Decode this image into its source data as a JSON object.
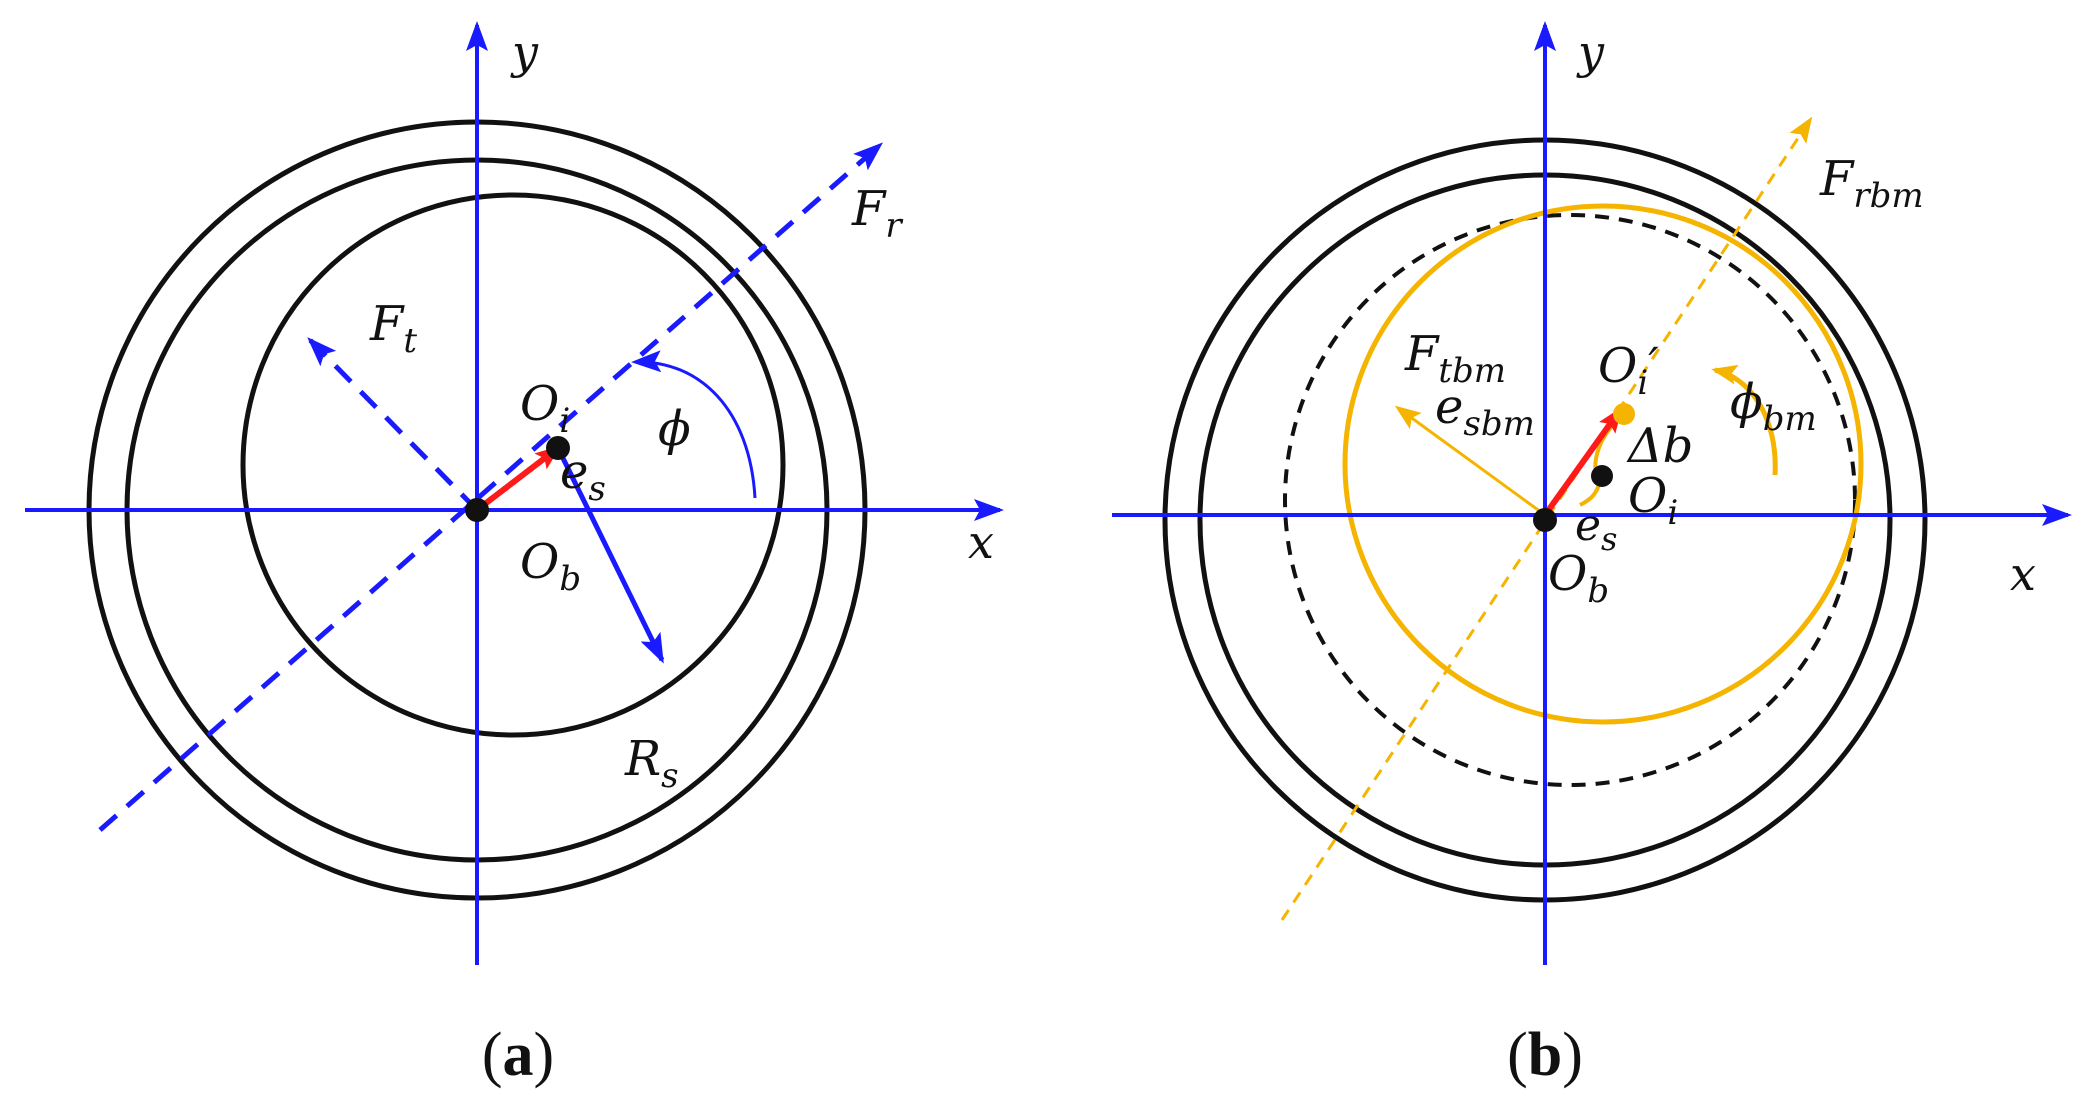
{
  "colors": {
    "axis": "#1a1aff",
    "force": "#1a1aff",
    "eccentricity": "#ff1a1a",
    "circle": "#111111",
    "bearing": "#f5b400",
    "dashed_circle": "#111111"
  },
  "panel_a": {
    "caption_open": "(",
    "caption_letter": "a",
    "caption_close": ")",
    "x_axis": "x",
    "y_axis": "y",
    "Fr_main": "F",
    "Fr_sub": "r",
    "Ft_main": "F",
    "Ft_sub": "t",
    "Oi_main": "O",
    "Oi_sub": "i",
    "Ob_main": "O",
    "Ob_sub": "b",
    "es_main": "e",
    "es_sub": "s",
    "phi": "ϕ",
    "Rs_main": "R",
    "Rs_sub": "s"
  },
  "panel_b": {
    "caption_open": "(",
    "caption_letter": "b",
    "caption_close": ")",
    "x_axis": "x",
    "y_axis": "y",
    "Frbm_main": "F",
    "Frbm_sub": "rbm",
    "Ftbm_main": "F",
    "Ftbm_sub": "tbm",
    "Oip_main": "O",
    "Oip_sub": "i",
    "Oip_prime": "′",
    "esbm_main": "e",
    "esbm_sub": "sbm",
    "delta_b": "Δb",
    "Oi_main": "O",
    "Oi_sub": "i",
    "es_main": "e",
    "es_sub": "s",
    "Ob_main": "O",
    "Ob_sub": "b",
    "phibm_main": "ϕ",
    "phibm_sub": "bm"
  }
}
